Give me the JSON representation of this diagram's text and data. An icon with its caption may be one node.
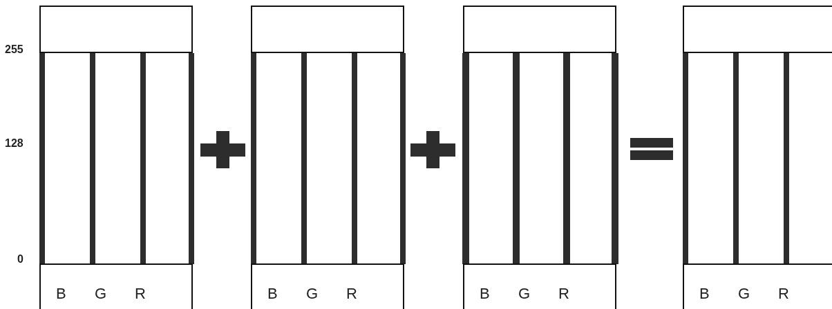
{
  "diagram": {
    "nodes": [
      {
        "text": [],
        "shape": "box"
      },
      {
        "text": [
          "B",
          "G",
          "R"
        ]
      },
      {
        "text": [],
        "shape": "box"
      },
      {
        "text": [
          "B",
          "G",
          "R"
        ]
      },
      {
        "text": [],
        "shape": "box"
      },
      {
        "text": [
          "B",
          "G",
          "R"
        ]
      },
      {
        "text": [],
        "shape": "box"
      },
      {
        "text": [
          "B",
          "G",
          "R"
        ]
      }
    ],
    "edges": [],
    "labels": [
      "255",
      "128",
      "0"
    ]
  }
}
